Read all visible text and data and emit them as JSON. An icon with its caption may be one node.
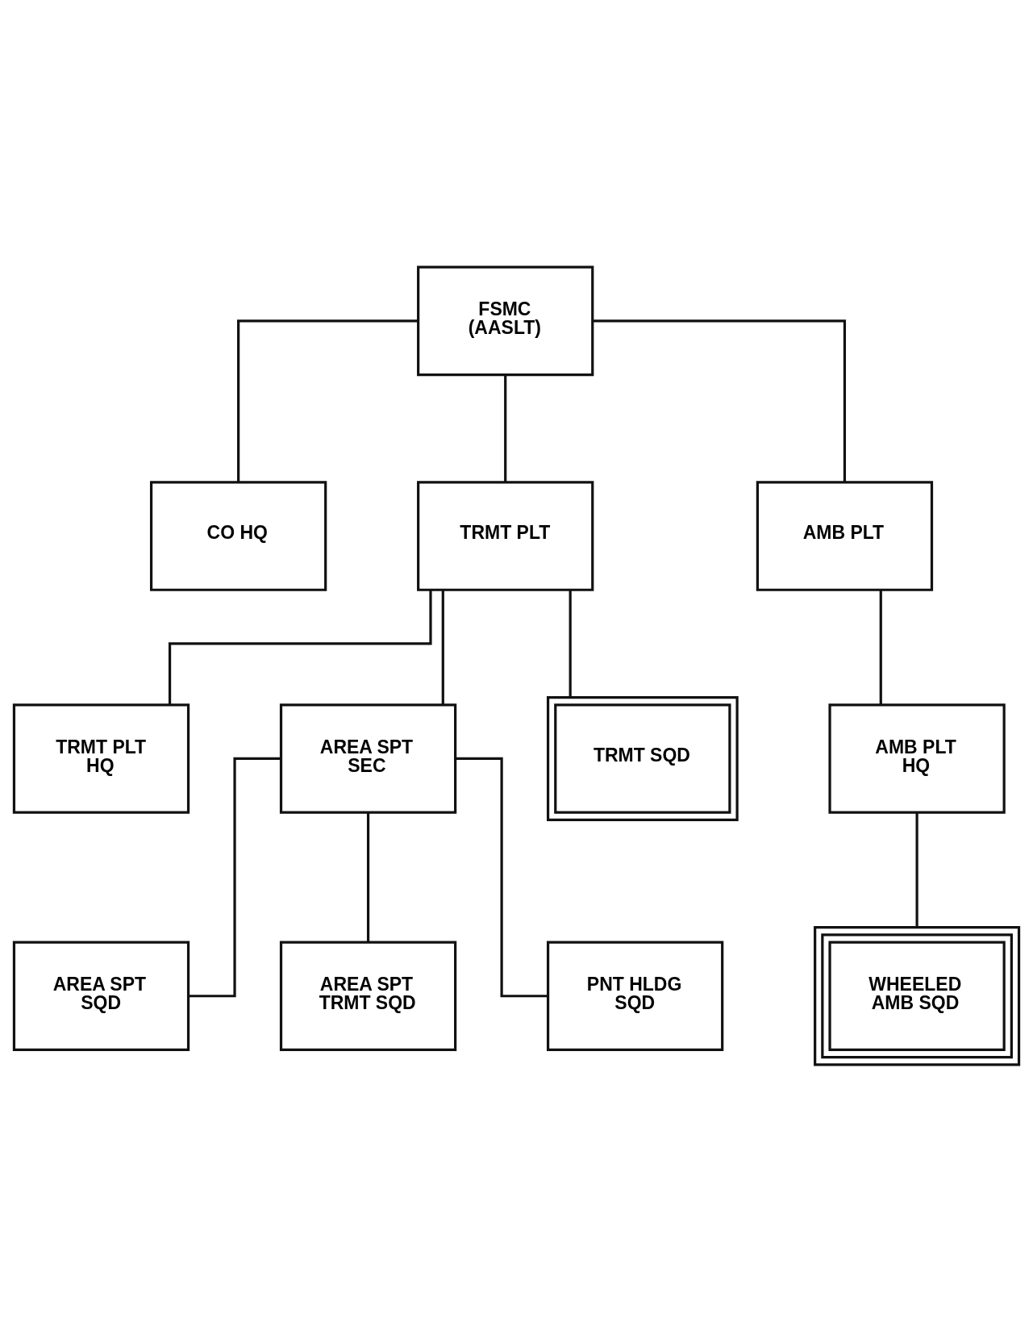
{
  "diagram": {
    "nodes": [
      {
        "text": [
          "FSMC (AASLT)"
        ]
      },
      {
        "text": [
          "CO HQ"
        ]
      },
      {
        "text": [
          "TRMT PLT"
        ]
      },
      {
        "text": [
          "AMB PLT"
        ]
      },
      {
        "text": [
          "TRMT PLT HQ"
        ]
      },
      {
        "text": [
          "AREA SPT SEC"
        ]
      },
      {
        "text": [
          "TRMT SQD"
        ]
      },
      {
        "text": [
          "AMB PLT HQ"
        ]
      },
      {
        "text": [
          "AREA SPT SQD"
        ]
      },
      {
        "text": [
          "AREA SPT TRMT SQD"
        ]
      },
      {
        "text": [
          "PNT HLDG SQD"
        ]
      },
      {
        "text": [
          "WHEELED AMB SQD"
        ]
      }
    ],
    "edges": [
      {
        "from": 0,
        "to": 1,
        "arrow": "none"
      },
      {
        "from": 0,
        "to": 2,
        "arrow": "none"
      },
      {
        "from": 0,
        "to": 3,
        "arrow": "none"
      },
      {
        "from": 2,
        "to": 4,
        "arrow": "none"
      },
      {
        "from": 2,
        "to": 5,
        "arrow": "none"
      },
      {
        "from": 2,
        "to": 6,
        "arrow": "none"
      },
      {
        "from": 3,
        "to": 7,
        "arrow": "none"
      },
      {
        "from": 5,
        "to": 8,
        "arrow": "none"
      },
      {
        "from": 5,
        "to": 9,
        "arrow": "none"
      },
      {
        "from": 5,
        "to": 10,
        "arrow": "none"
      },
      {
        "from": 7,
        "to": 11,
        "arrow": "none"
      }
    ]
  }
}
